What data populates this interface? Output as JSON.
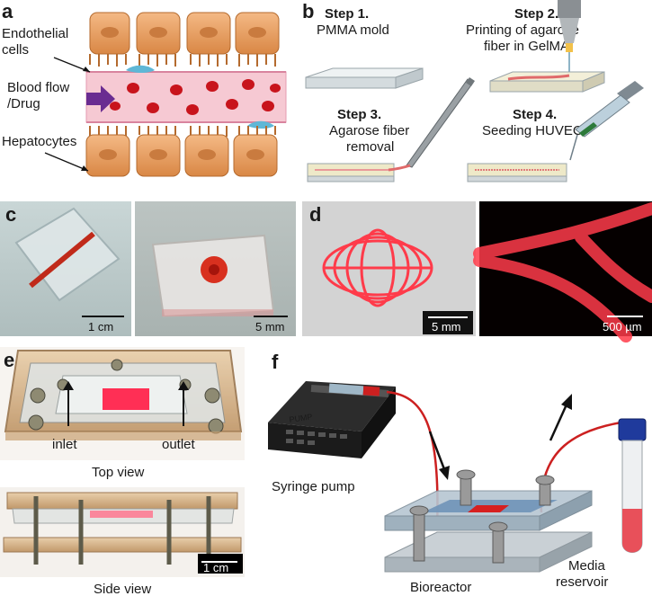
{
  "panel_a": {
    "label": "a",
    "endothelial_label": "Endothelial\ncells",
    "blood_flow_label": "Blood flow\n/Drug",
    "hepatocytes_label": "Hepatocytes"
  },
  "panel_b": {
    "label": "b",
    "step1_title": "Step 1.",
    "step1_desc": "PMMA mold",
    "step2_title": "Step 2.",
    "step2_desc": "Printing of agarose\nfiber in GelMA",
    "step3_title": "Step 3.",
    "step3_desc": "Agarose fiber\nremoval",
    "step4_title": "Step 4.",
    "step4_desc": "Seeding HUVEC"
  },
  "panel_c": {
    "label": "c",
    "scale_left": "1 cm",
    "scale_right": "5 mm"
  },
  "panel_d": {
    "label": "d",
    "scale_left": "5 mm",
    "scale_right": "500 µm"
  },
  "panel_e": {
    "label": "e",
    "inlet": "inlet",
    "outlet": "outlet",
    "top_view": "Top view",
    "side_view": "Side view",
    "scale": "1 cm"
  },
  "panel_f": {
    "label": "f",
    "pump_brand": "PUMP",
    "syringe_pump": "Syringe pump",
    "bioreactor": "Bioreactor",
    "media_reservoir": "Media\nreservoir"
  },
  "colors": {
    "cell_orange": "#e9a066",
    "blood_red": "#c8141c",
    "vessel_pink": "#f6c9d3",
    "arrow_purple": "#6a2c91",
    "fluor_red": "#ff2d2d"
  }
}
